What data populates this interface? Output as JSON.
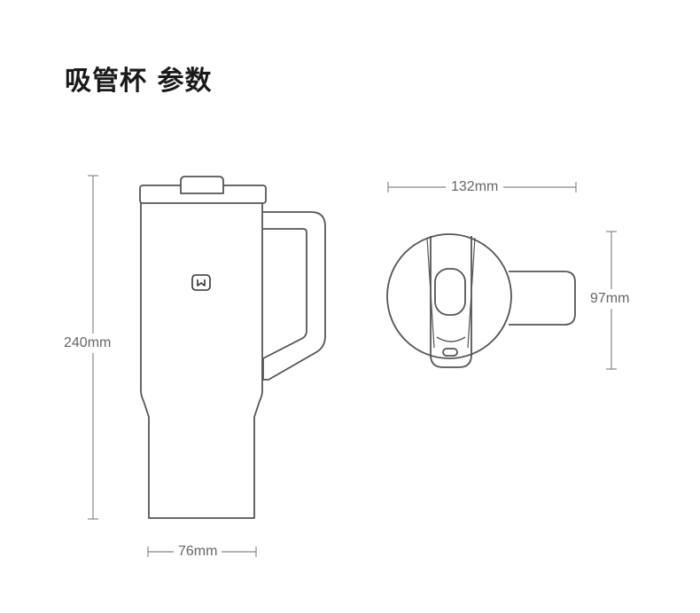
{
  "title": "吸管杯 参数",
  "dimensions": {
    "height": "240mm",
    "base_width": "76mm",
    "top_length": "132mm",
    "top_width": "97mm"
  },
  "colors": {
    "outline": "#555555",
    "dim_line": "#888888",
    "label": "#666666",
    "logo": "#333333"
  },
  "icons": {
    "logo": "mijia-logo-icon"
  }
}
